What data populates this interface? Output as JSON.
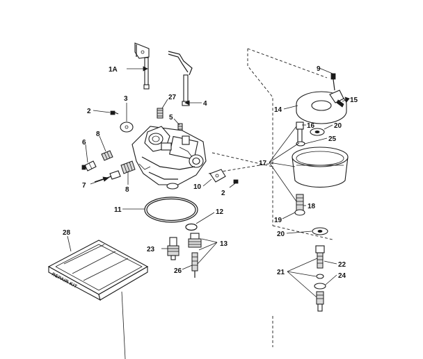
{
  "labels": {
    "p1a": "1A",
    "p2a": "2",
    "p2b": "2",
    "p3": "3",
    "p4": "4",
    "p5": "5",
    "p6": "6",
    "p7": "7",
    "p8a": "8",
    "p8b": "8",
    "p9": "9",
    "p10": "10",
    "p11": "11",
    "p12": "12",
    "p13": "13",
    "p14": "14",
    "p15": "15",
    "p16": "16",
    "p17": "17",
    "p18": "18",
    "p19": "19",
    "p20a": "20",
    "p20b": "20",
    "p21": "21",
    "p22": "22",
    "p23": "23",
    "p24": "24",
    "p25": "25",
    "p26": "26",
    "p27": "27",
    "p28": "28"
  },
  "repair_kit": {
    "text": "REPAIR KIT"
  }
}
